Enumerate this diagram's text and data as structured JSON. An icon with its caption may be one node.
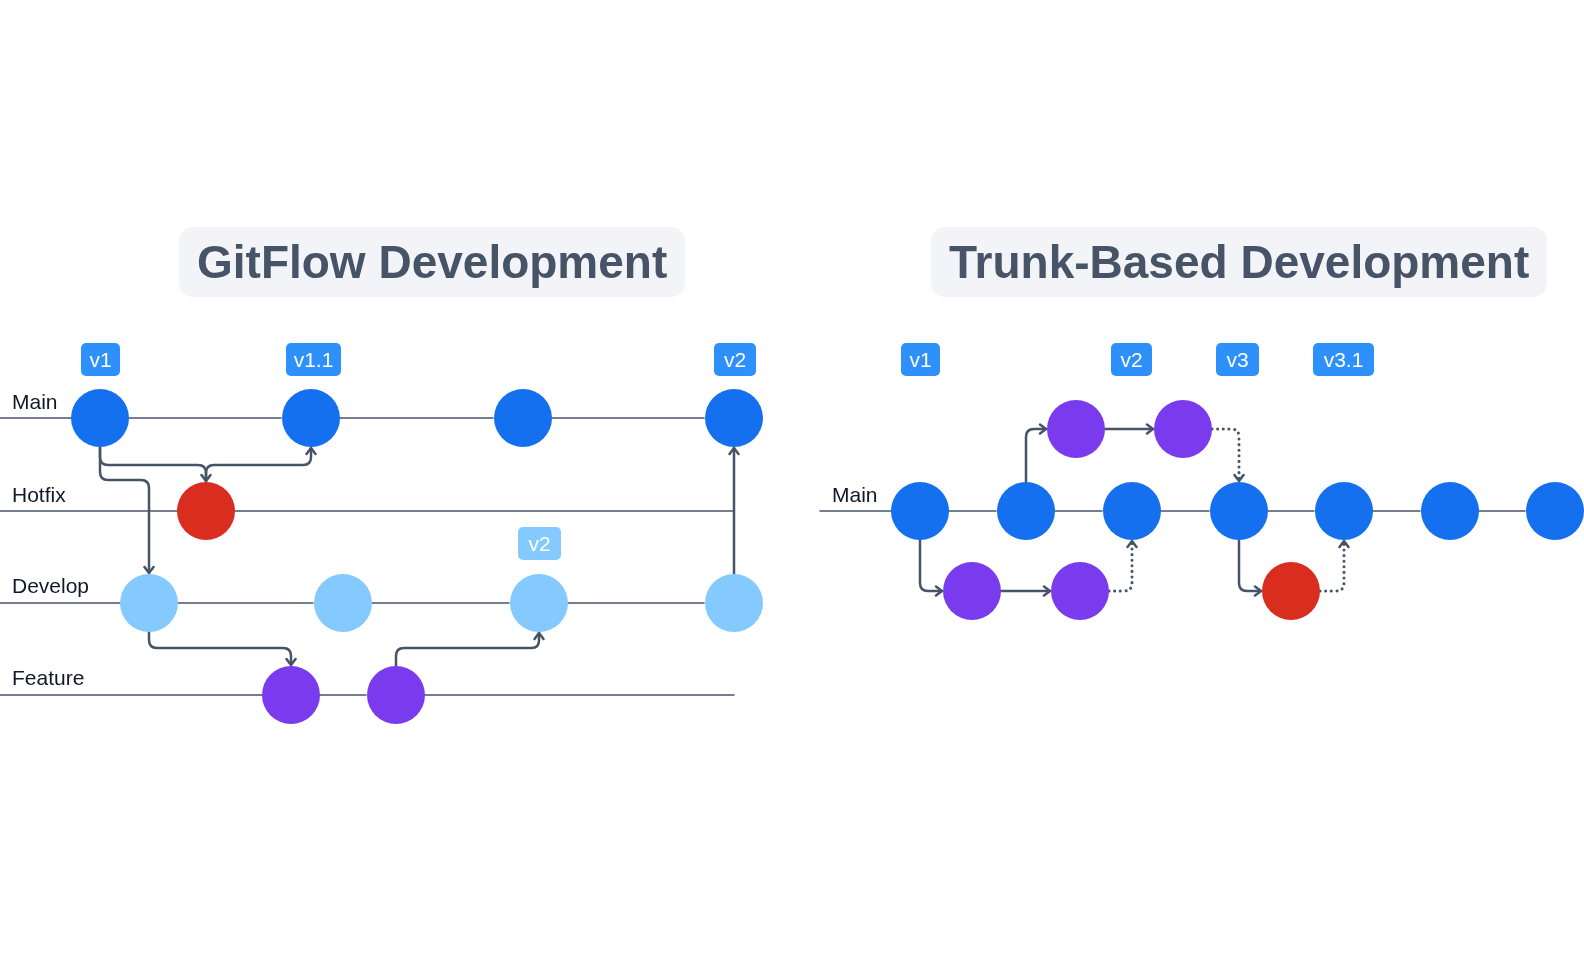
{
  "diagram": {
    "nodes": [
      {
        "text": [
          "GitFlow Development"
        ]
      },
      {
        "text": [
          "v1"
        ]
      },
      {
        "text": [
          "v1.1"
        ]
      },
      {
        "text": [
          "v2"
        ]
      },
      {
        "text": [],
        "shape": "circle"
      },
      {
        "text": [],
        "shape": "circle"
      },
      {
        "text": [],
        "shape": "circle"
      },
      {
        "text": [],
        "shape": "circle"
      },
      {
        "text": [],
        "shape": "circle"
      },
      {
        "text": [
          "v2"
        ]
      },
      {
        "text": [],
        "shape": "circle"
      },
      {
        "text": [],
        "shape": "circle"
      },
      {
        "text": [],
        "shape": "circle"
      },
      {
        "text": [],
        "shape": "circle"
      },
      {
        "text": [],
        "shape": "circle"
      },
      {
        "text": [],
        "shape": "circle"
      },
      {
        "text": [
          "Trunk-Based Development"
        ]
      },
      {
        "text": [
          "v1"
        ]
      },
      {
        "text": [
          "v2"
        ]
      },
      {
        "text": [
          "v3"
        ]
      },
      {
        "text": [
          "v3.1"
        ]
      },
      {
        "text": [],
        "shape": "circle"
      },
      {
        "text": [],
        "shape": "circle"
      },
      {
        "text": [],
        "shape": "circle"
      },
      {
        "text": [],
        "shape": "circle"
      },
      {
        "text": [],
        "shape": "circle"
      },
      {
        "text": [],
        "shape": "circle"
      },
      {
        "text": [],
        "shape": "circle"
      },
      {
        "text": [],
        "shape": "circle"
      },
      {
        "text": [],
        "shape": "circle"
      },
      {
        "text": [],
        "shape": "circle"
      },
      {
        "text": [],
        "shape": "circle"
      },
      {
        "text": [],
        "shape": "circle"
      },
      {
        "text": [
          "Main"
        ]
      },
      {
        "text": [
          "Hotfix"
        ]
      },
      {
        "text": [
          "Develop"
        ]
      },
      {
        "text": [
          "Feature"
        ]
      },
      {
        "text": [
          "Main"
        ]
      }
    ],
    "edges": [
      {
        "from": 4,
        "to": 5,
        "arrow": "none"
      },
      {
        "from": 5,
        "to": 6,
        "arrow": "none"
      },
      {
        "from": 6,
        "to": 7,
        "arrow": "none"
      },
      {
        "from": 10,
        "to": 11,
        "arrow": "none"
      },
      {
        "from": 11,
        "to": 12,
        "arrow": "none"
      },
      {
        "from": 12,
        "to": 13,
        "arrow": "none"
      },
      {
        "from": 14,
        "to": 15,
        "arrow": "none"
      },
      {
        "from": 4,
        "to": 8,
        "arrow": "to"
      },
      {
        "from": 8,
        "to": 5,
        "arrow": "to"
      },
      {
        "from": 4,
        "to": 10,
        "arrow": "to"
      },
      {
        "from": 10,
        "to": 14,
        "arrow": "to"
      },
      {
        "from": 15,
        "to": 12,
        "arrow": "to"
      },
      {
        "from": 13,
        "to": 7,
        "arrow": "to"
      },
      {
        "from": 21,
        "to": 22,
        "arrow": "none"
      },
      {
        "from": 22,
        "to": 23,
        "arrow": "none"
      },
      {
        "from": 23,
        "to": 24,
        "arrow": "none"
      },
      {
        "from": 24,
        "to": 25,
        "arrow": "none"
      },
      {
        "from": 25,
        "to": 26,
        "arrow": "none"
      },
      {
        "from": 26,
        "to": 27,
        "arrow": "none"
      },
      {
        "from": 22,
        "to": 28,
        "arrow": "to"
      },
      {
        "from": 28,
        "to": 29,
        "arrow": "to"
      },
      {
        "from": 29,
        "to": 24,
        "arrow": "to",
        "style": "dashed"
      },
      {
        "from": 21,
        "to": 30,
        "arrow": "to"
      },
      {
        "from": 30,
        "to": 31,
        "arrow": "to"
      },
      {
        "from": 31,
        "to": 23,
        "arrow": "to",
        "style": "dashed"
      },
      {
        "from": 24,
        "to": 32,
        "arrow": "to"
      },
      {
        "from": 32,
        "to": 25,
        "arrow": "to",
        "style": "dashed"
      },
      {
        "from": 33,
        "to": 4,
        "arrow": "none"
      },
      {
        "from": 34,
        "to": 8,
        "arrow": "none"
      },
      {
        "from": 8,
        "to": null,
        "arrow": "none"
      },
      {
        "from": 35,
        "to": 10,
        "arrow": "none"
      },
      {
        "from": 36,
        "to": 14,
        "arrow": "none"
      },
      {
        "from": 15,
        "to": null,
        "arrow": "none"
      },
      {
        "from": 37,
        "to": 21,
        "arrow": "none"
      }
    ]
  }
}
